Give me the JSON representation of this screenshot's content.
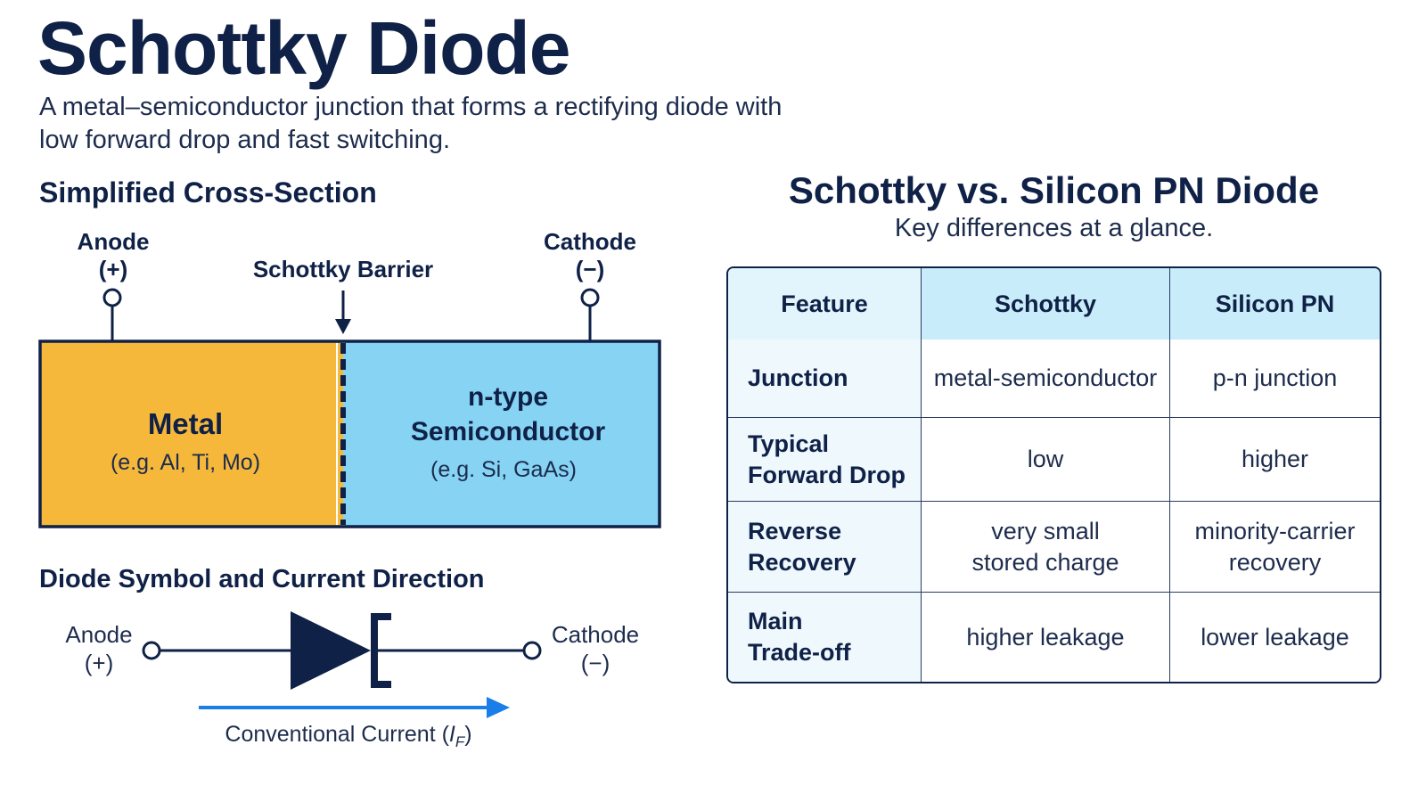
{
  "title": "Schottky Diode",
  "subtitle": "A metal–semiconductor junction that forms a rectifying diode with low forward drop and fast switching.",
  "cross_section": {
    "heading": "Simplified Cross-Section",
    "anode_label": "Anode",
    "anode_sign": "(+)",
    "cathode_label": "Cathode",
    "cathode_sign": "(−)",
    "barrier_label": "Schottky Barrier",
    "metal_label": "Metal",
    "metal_examples": "(e.g. Al, Ti, Mo)",
    "semi_label_line1": "n-type",
    "semi_label_line2": "Semiconductor",
    "semi_examples": "(e.g. Si, GaAs)",
    "colors": {
      "metal": "#f6b83b",
      "semiconductor": "#86d3f3",
      "outline": "#0f2147"
    }
  },
  "diode_symbol": {
    "heading": "Diode Symbol and Current Direction",
    "anode_label": "Anode",
    "anode_sign": "(+)",
    "cathode_label": "Cathode",
    "cathode_sign": "(−)",
    "current_label": "Conventional Current (",
    "current_symbol": "I",
    "current_subscript": "F",
    "current_close": ")",
    "colors": {
      "arrow": "#1a7ee8",
      "symbol": "#0f2147"
    }
  },
  "comparison": {
    "title": "Schottky vs. Silicon PN Diode",
    "subtitle": "Key differences at a glance.",
    "headers": [
      "Feature",
      "Schottky",
      "Silicon PN"
    ],
    "rows": [
      {
        "feature": [
          "Junction"
        ],
        "schottky": [
          "metal-semiconductor"
        ],
        "pn": [
          "p-n junction"
        ]
      },
      {
        "feature": [
          "Typical",
          "Forward Drop"
        ],
        "schottky": [
          "low"
        ],
        "pn": [
          "higher"
        ]
      },
      {
        "feature": [
          "Reverse",
          "Recovery"
        ],
        "schottky": [
          "very small",
          "stored charge"
        ],
        "pn": [
          "minority-carrier",
          "recovery"
        ]
      },
      {
        "feature": [
          "Main",
          "Trade-off"
        ],
        "schottky": [
          "higher leakage"
        ],
        "pn": [
          "lower leakage"
        ]
      }
    ]
  }
}
